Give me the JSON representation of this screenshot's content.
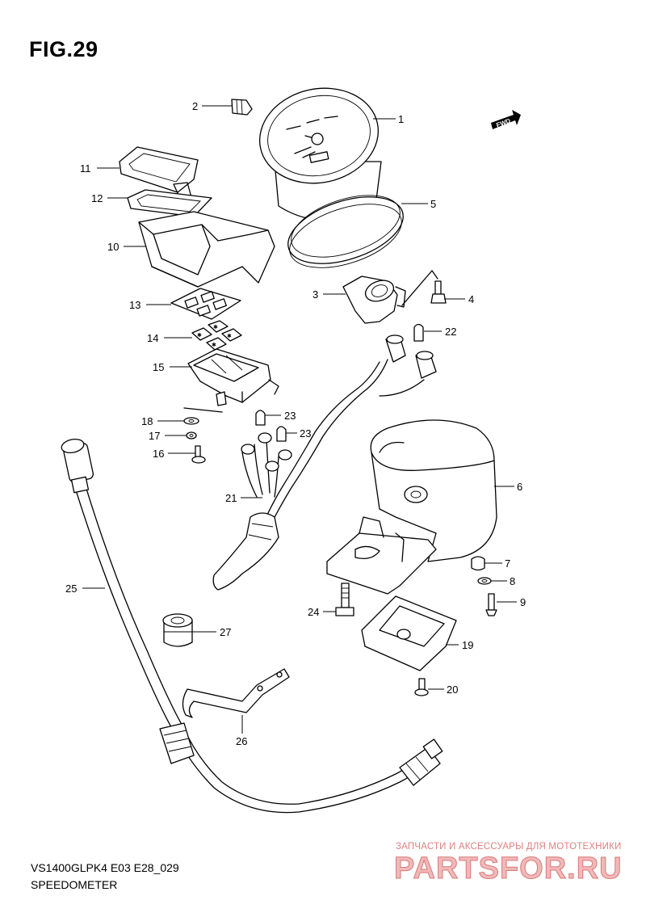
{
  "figure": {
    "title": "FIG.29",
    "model_code": "VS1400GLPK4 E03 E28_029",
    "description": "SPEEDOMETER"
  },
  "fwd_label": "FWD",
  "watermark": {
    "tagline": "ЗАПЧАСТИ И АКСЕССУАРЫ ДЛЯ МОТОТЕХНИКИ",
    "logo": "PARTSFOR.RU",
    "color": "#e08080"
  },
  "callouts": {
    "c1": "1",
    "c2": "2",
    "c3": "3",
    "c4": "4",
    "c5": "5",
    "c6": "6",
    "c7": "7",
    "c8": "8",
    "c9": "9",
    "c10": "10",
    "c11": "11",
    "c12": "12",
    "c13": "13",
    "c14": "14",
    "c15": "15",
    "c16": "16",
    "c17": "17",
    "c18": "18",
    "c19": "19",
    "c20": "20",
    "c21": "21",
    "c22": "22",
    "c23a": "23",
    "c23b": "23",
    "c24": "24",
    "c25": "25",
    "c26": "26",
    "c27": "27"
  }
}
